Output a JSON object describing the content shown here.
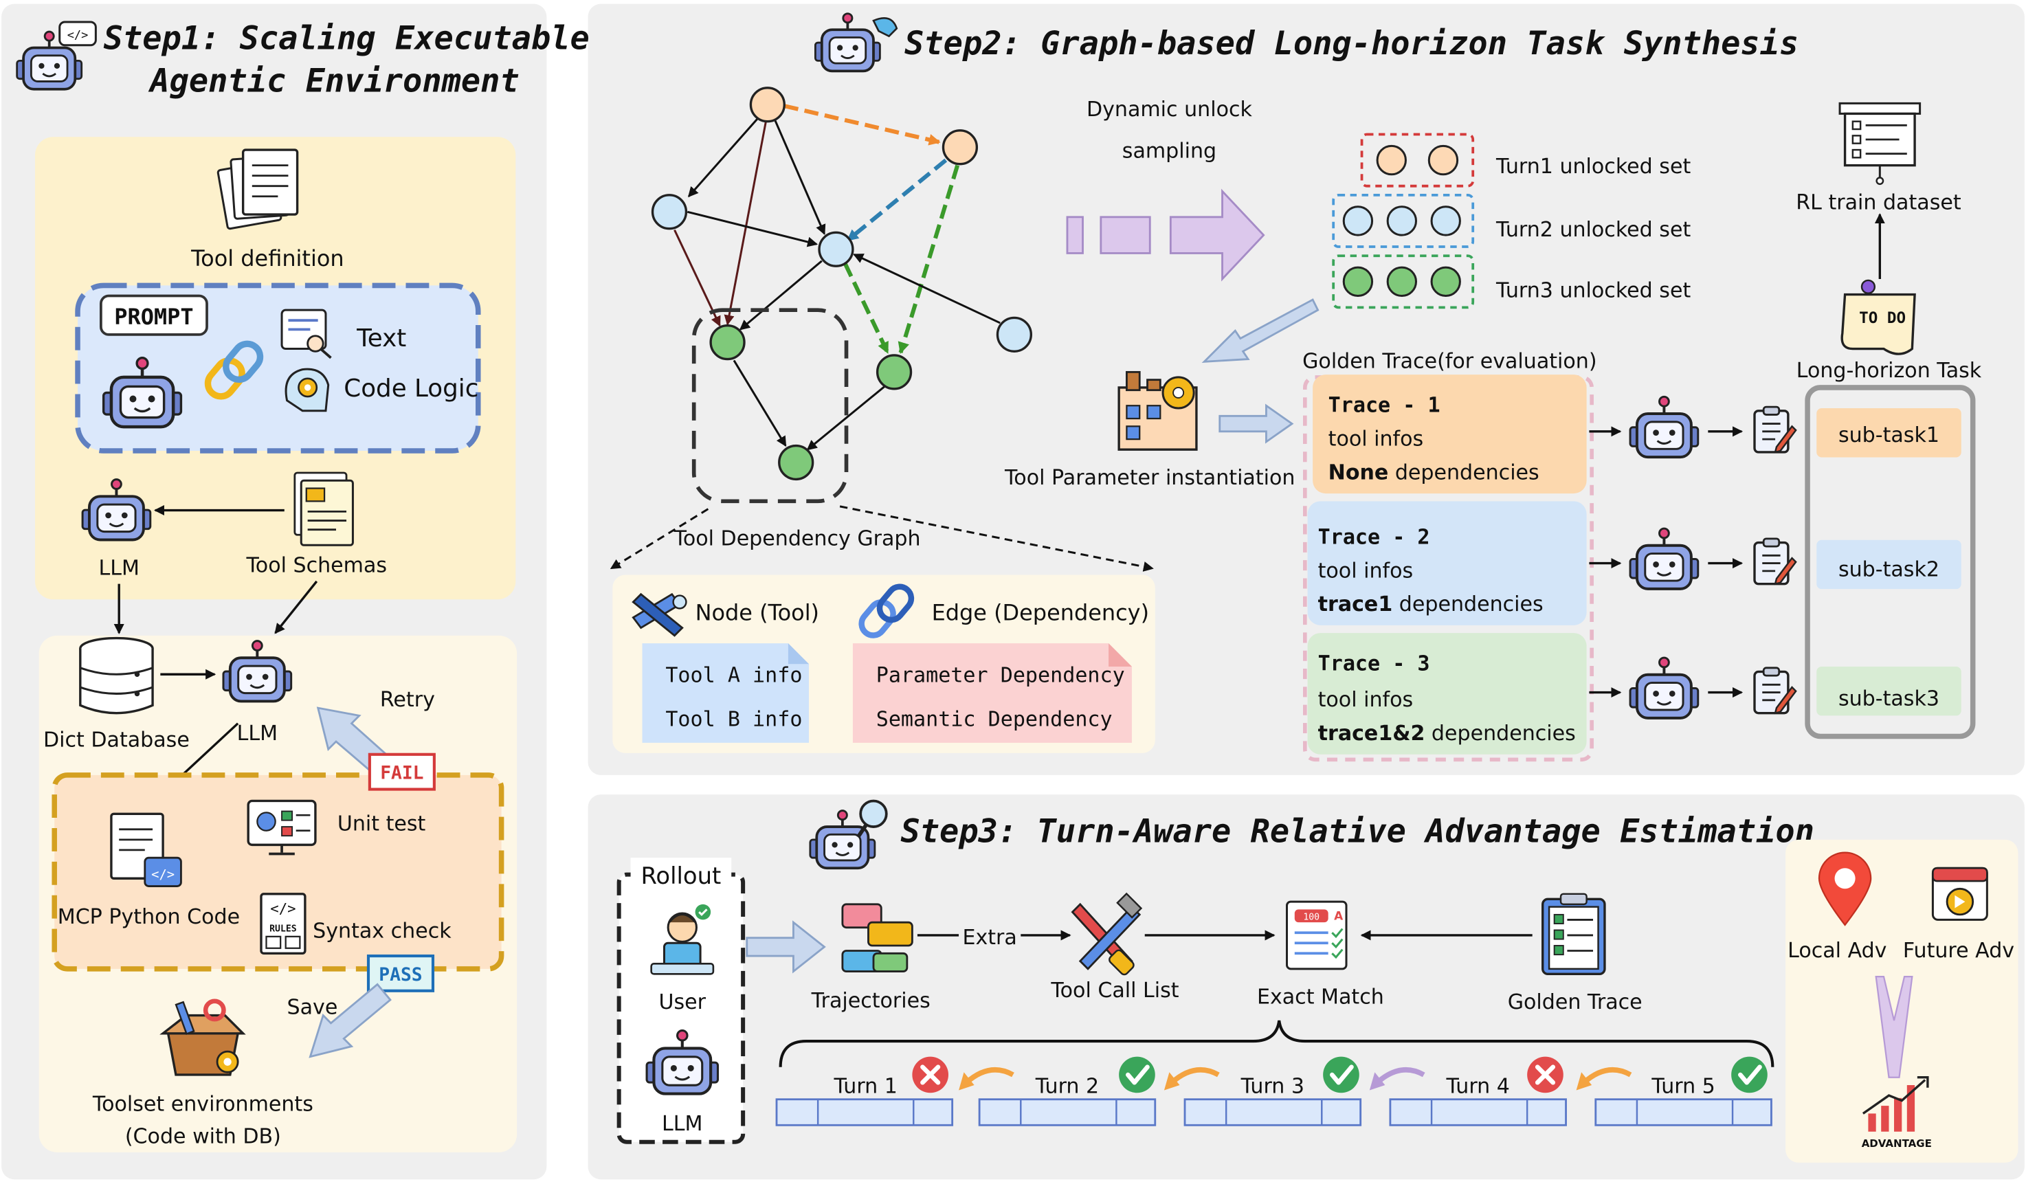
{
  "step1": {
    "title_line1": "Step1: Scaling Executable",
    "title_line2": "Agentic Environment",
    "tool_definition": "Tool definition",
    "prompt": "PROMPT",
    "text": "Text",
    "code_logic": "Code Logic",
    "llm_top": "LLM",
    "tool_schemas": "Tool Schemas",
    "dict_database": "Dict Database",
    "llm_mid": "LLM",
    "retry": "Retry",
    "fail": "FAIL",
    "mcp_python_code": "MCP Python Code",
    "unit_test": "Unit test",
    "syntax_check": "Syntax check",
    "rules": "RULES",
    "pass": "PASS",
    "save": "Save",
    "toolset_line1": "Toolset environments",
    "toolset_line2": "(Code with DB)"
  },
  "step2": {
    "title": "Step2: Graph-based Long-horizon Task Synthesis",
    "dynamic_line1": "Dynamic unlock",
    "dynamic_line2": "sampling",
    "turn1_set": "Turn1  unlocked set",
    "turn2_set": "Turn2 unlocked set",
    "turn3_set": "Turn3 unlocked set",
    "rl_train_dataset": "RL train dataset",
    "todo": "TO DO",
    "long_horizon_task": "Long-horizon Task",
    "golden_trace_eval": "Golden Trace(for evaluation)",
    "tool_param_inst": "Tool Parameter instantiation",
    "tool_dependency_graph": "Tool Dependency Graph",
    "node_tool": "Node (Tool)",
    "edge_dependency": "Edge (Dependency)",
    "tool_a_info": "Tool  A  info",
    "tool_b_info": "Tool  B  info",
    "parameter_dependency": "Parameter Dependency",
    "semantic_dependency": "Semantic Dependency",
    "traces": [
      {
        "title": "Trace  -  1",
        "infos": "tool infos",
        "dep_bold": "None",
        "dep_rest": " dependencies"
      },
      {
        "title": "Trace  - 2",
        "infos": "tool infos",
        "dep_bold": "trace1",
        "dep_rest": " dependencies"
      },
      {
        "title": "Trace  - 3",
        "infos": "tool infos",
        "dep_bold": "trace1&2",
        "dep_rest": " dependencies"
      }
    ],
    "subtasks": [
      "sub-task1",
      "sub-task2",
      "sub-task3"
    ]
  },
  "step3": {
    "title": "Step3: Turn-Aware Relative Advantage Estimation",
    "rollout": "Rollout",
    "user": "User",
    "llm": "LLM",
    "trajectories": "Trajectories",
    "extra": "Extra",
    "tool_call_list": "Tool Call List",
    "exact_match": "Exact Match",
    "golden_trace": "Golden Trace",
    "local_adv": "Local Adv",
    "future_adv": "Future Adv",
    "advantage": "ADVANTAGE",
    "turns": [
      {
        "label": "Turn 1",
        "ok": false
      },
      {
        "label": "Turn 2",
        "ok": true
      },
      {
        "label": "Turn 3",
        "ok": true
      },
      {
        "label": "Turn 4",
        "ok": false
      },
      {
        "label": "Turn 5",
        "ok": true
      }
    ]
  },
  "colors": {
    "panel_bg": "#efefef",
    "yellow_bg": "#fdf1cc",
    "blue_box": "#dbe8fb",
    "orange_box": "#fde3c8",
    "trace_orange": "#fcd8ae",
    "trace_blue": "#d3e5f8",
    "trace_green": "#d8ecd4",
    "node_orange": "#fdd9b5",
    "node_blue": "#cde6f7",
    "node_green": "#7fc97a",
    "fail_red": "#e24b4b",
    "ok_green": "#3aa55a"
  }
}
